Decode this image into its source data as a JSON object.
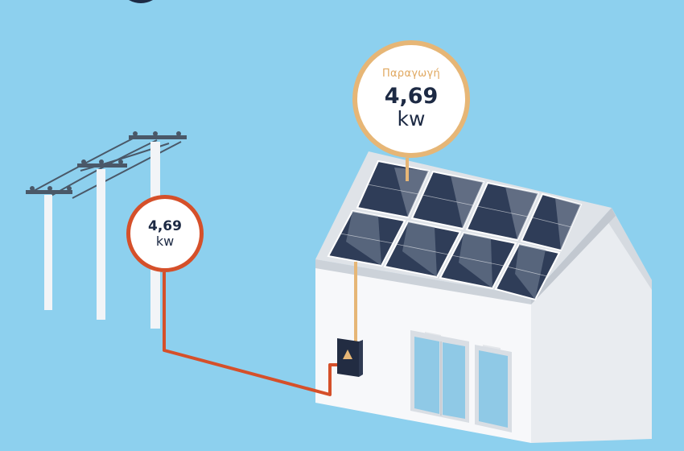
{
  "production": {
    "label": "Παραγωγή",
    "value": "4,69",
    "unit": "kw",
    "border_color": "#e6b676"
  },
  "grid": {
    "value": "4,69",
    "unit": "kw",
    "border_color": "#d5502a"
  },
  "colors": {
    "sky": "#8dd0ee",
    "grid_cable": "#d5502a",
    "solar_cable": "#e6b676",
    "panel": "#2f3d58"
  }
}
